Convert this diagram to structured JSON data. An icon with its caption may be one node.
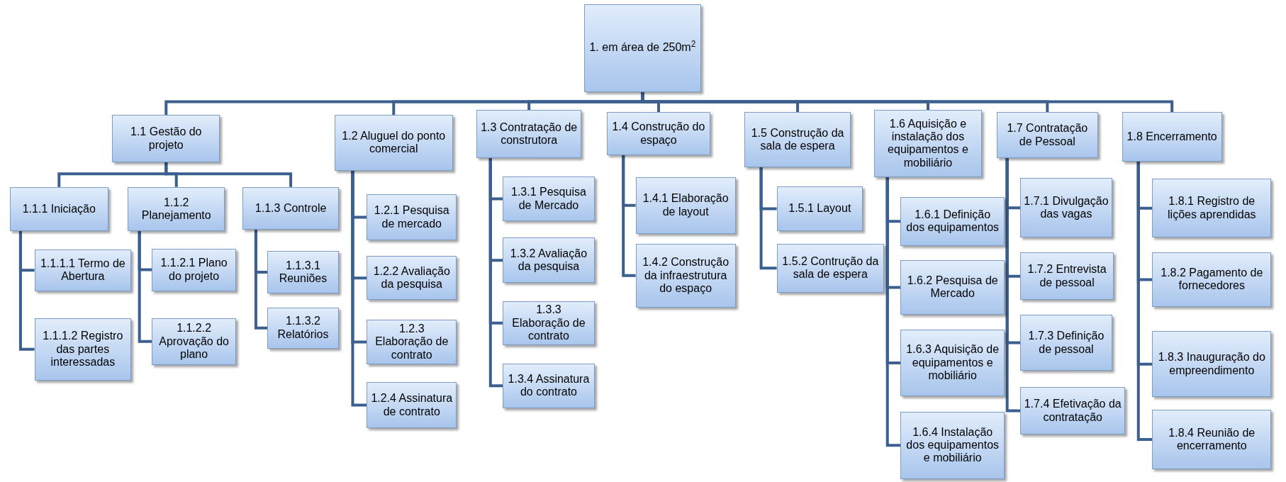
{
  "diagram": {
    "nodes": [
      {
        "text": [
          "1. em área de 250m$^{2}$"
        ]
      },
      {
        "text": [
          "1.1 Gestão do projeto"
        ]
      },
      {
        "text": [
          "1.1.1 Iniciação"
        ]
      },
      {
        "text": [
          "1.1.1.1 Termo de Abertura"
        ]
      },
      {
        "text": [
          "1.1.1.2 Registro das partes interessadas"
        ]
      },
      {
        "text": [
          "1.1.2 Planejamento"
        ]
      },
      {
        "text": [
          "1.1.2.1 Plano do projeto"
        ]
      },
      {
        "text": [
          "1.1.2.2 Aprovação do plano"
        ]
      },
      {
        "text": [
          "1.1.3 Controle"
        ]
      },
      {
        "text": [
          "1.1.3.1 Reuniões"
        ]
      },
      {
        "text": [
          "1.1.3.2 Relatórios"
        ]
      },
      {
        "text": [
          "1.2 Aluguel do ponto comercial"
        ]
      },
      {
        "text": [
          "1.2.1 Pesquisa de mercado"
        ]
      },
      {
        "text": [
          "1.2.2 Avaliação da pesquisa"
        ]
      },
      {
        "text": [
          "1.2.3 Elaboração de contrato"
        ]
      },
      {
        "text": [
          "1.2.4 Assinatura de contrato"
        ]
      },
      {
        "text": [
          "1.3 Contratação de construtora"
        ]
      },
      {
        "text": [
          "1.3.1 Pesquisa de Mercado"
        ]
      },
      {
        "text": [
          "1.3.2 Avaliação da pesquisa"
        ]
      },
      {
        "text": [
          "1.3.3 Elaboração de contrato"
        ]
      },
      {
        "text": [
          "1.3.4 Assinatura do contrato"
        ]
      },
      {
        "text": [
          "1.4 Construção do espaço"
        ]
      },
      {
        "text": [
          "1.4.1 Elaboração de layout"
        ]
      },
      {
        "text": [
          "1.4.2 Construção da infraestrutura do espaço"
        ]
      },
      {
        "text": [
          "1.5 Construção da sala de espera"
        ]
      },
      {
        "text": [
          "1.5.1 Layout"
        ]
      },
      {
        "text": [
          "1.5.2 Contrução da sala de espera"
        ]
      },
      {
        "text": [
          "1.6 Aquisição e instalação dos equipamentos e mobiliário"
        ]
      },
      {
        "text": [
          "1.6.1 Definição dos equipamentos"
        ]
      },
      {
        "text": [
          "1.6.2 Pesquisa de Mercado"
        ]
      },
      {
        "text": [
          "1.6.3 Aquisição de equipamentos e mobiliário"
        ]
      },
      {
        "text": [
          "1.6.4 Instalação dos equipamentos e mobiliário"
        ]
      },
      {
        "text": [
          "1.7 Contratação de Pessoal"
        ]
      },
      {
        "text": [
          "1.7.1 Divulgação das vagas"
        ]
      },
      {
        "text": [
          "1.7.2 Entrevista de pessoal"
        ]
      },
      {
        "text": [
          "1.7.3 Definição de pessoal"
        ]
      },
      {
        "text": [
          "1.7.4 Efetivação da contratação"
        ]
      },
      {
        "text": [
          "1.8 Encerramento"
        ]
      },
      {
        "text": [
          "1.8.1 Registro de lições aprendidas"
        ]
      },
      {
        "text": [
          "1.8.2 Pagamento de fornecedores"
        ]
      },
      {
        "text": [
          "1.8.3 Inauguração do empreendimento"
        ]
      },
      {
        "text": [
          "1.8.4 Reunião de encerramento"
        ]
      }
    ],
    "edges": [
      {
        "from": 0,
        "to": 1,
        "arrow": "none"
      },
      {
        "from": 0,
        "to": 11,
        "arrow": "none"
      },
      {
        "from": 0,
        "to": 16,
        "arrow": "none"
      },
      {
        "from": 0,
        "to": 21,
        "arrow": "none"
      },
      {
        "from": 0,
        "to": 24,
        "arrow": "none"
      },
      {
        "from": 0,
        "to": 27,
        "arrow": "none"
      },
      {
        "from": 0,
        "to": 32,
        "arrow": "none"
      },
      {
        "from": 0,
        "to": 37,
        "arrow": "none"
      },
      {
        "from": 1,
        "to": 2,
        "arrow": "none"
      },
      {
        "from": 1,
        "to": 5,
        "arrow": "none"
      },
      {
        "from": 1,
        "to": 8,
        "arrow": "none"
      },
      {
        "from": 2,
        "to": 3,
        "arrow": "none"
      },
      {
        "from": 2,
        "to": 4,
        "arrow": "none"
      },
      {
        "from": 5,
        "to": 6,
        "arrow": "none"
      },
      {
        "from": 5,
        "to": 7,
        "arrow": "none"
      },
      {
        "from": 8,
        "to": 9,
        "arrow": "none"
      },
      {
        "from": 8,
        "to": 10,
        "arrow": "none"
      },
      {
        "from": 11,
        "to": 12,
        "arrow": "none"
      },
      {
        "from": 11,
        "to": 13,
        "arrow": "none"
      },
      {
        "from": 11,
        "to": 14,
        "arrow": "none"
      },
      {
        "from": 11,
        "to": 15,
        "arrow": "none"
      },
      {
        "from": 16,
        "to": 17,
        "arrow": "none"
      },
      {
        "from": 16,
        "to": 18,
        "arrow": "none"
      },
      {
        "from": 16,
        "to": 19,
        "arrow": "none"
      },
      {
        "from": 16,
        "to": 20,
        "arrow": "none"
      },
      {
        "from": 21,
        "to": 22,
        "arrow": "none"
      },
      {
        "from": 21,
        "to": 23,
        "arrow": "none"
      },
      {
        "from": 24,
        "to": 25,
        "arrow": "none"
      },
      {
        "from": 24,
        "to": 26,
        "arrow": "none"
      },
      {
        "from": 27,
        "to": 28,
        "arrow": "none"
      },
      {
        "from": 27,
        "to": 29,
        "arrow": "none"
      },
      {
        "from": 27,
        "to": 30,
        "arrow": "none"
      },
      {
        "from": 27,
        "to": 31,
        "arrow": "none"
      },
      {
        "from": 32,
        "to": 33,
        "arrow": "none"
      },
      {
        "from": 32,
        "to": 34,
        "arrow": "none"
      },
      {
        "from": 32,
        "to": 35,
        "arrow": "none"
      },
      {
        "from": 32,
        "to": 36,
        "arrow": "none"
      },
      {
        "from": 37,
        "to": 38,
        "arrow": "none"
      },
      {
        "from": 37,
        "to": 39,
        "arrow": "none"
      },
      {
        "from": 37,
        "to": 40,
        "arrow": "none"
      },
      {
        "from": 37,
        "to": 41,
        "arrow": "none"
      }
    ]
  }
}
